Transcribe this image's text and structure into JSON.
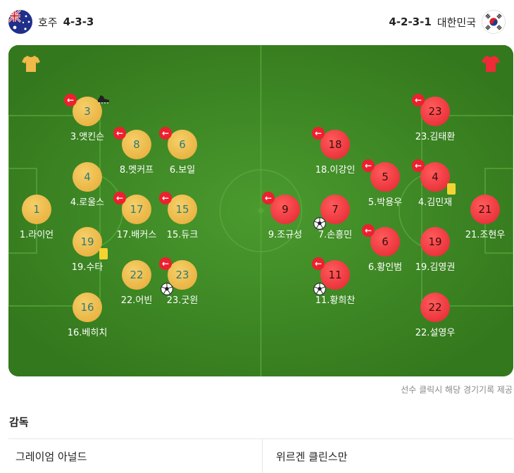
{
  "home": {
    "name": "호주",
    "formation": "4-3-3",
    "flag": "australia-flag",
    "color": "#f0b94a"
  },
  "away": {
    "name": "대한민국",
    "formation": "4-2-3-1",
    "flag": "korea-flag",
    "color": "#ee2b36"
  },
  "home_players": [
    {
      "num": "1",
      "label": "1.라이언",
      "sub": false,
      "card": false,
      "ball": false,
      "boot": false
    },
    {
      "num": "3",
      "label": "3.앳킨슨",
      "sub": true,
      "card": false,
      "ball": false,
      "boot": true
    },
    {
      "num": "4",
      "label": "4.로울스",
      "sub": false,
      "card": false,
      "ball": false,
      "boot": false
    },
    {
      "num": "19",
      "label": "19.수타",
      "sub": false,
      "card": true,
      "ball": false,
      "boot": false
    },
    {
      "num": "16",
      "label": "16.베히치",
      "sub": false,
      "card": false,
      "ball": false,
      "boot": false
    },
    {
      "num": "8",
      "label": "8.멧커프",
      "sub": true,
      "card": false,
      "ball": false,
      "boot": false
    },
    {
      "num": "17",
      "label": "17.배커스",
      "sub": true,
      "card": false,
      "ball": false,
      "boot": false
    },
    {
      "num": "22",
      "label": "22.어빈",
      "sub": false,
      "card": false,
      "ball": false,
      "boot": false
    },
    {
      "num": "6",
      "label": "6.보일",
      "sub": true,
      "card": false,
      "ball": false,
      "boot": false
    },
    {
      "num": "15",
      "label": "15.듀크",
      "sub": true,
      "card": false,
      "ball": false,
      "boot": false
    },
    {
      "num": "23",
      "label": "23.굿윈",
      "sub": true,
      "card": false,
      "ball": true,
      "boot": false
    }
  ],
  "away_players": [
    {
      "num": "9",
      "label": "9.조규성",
      "sub": true,
      "card": false,
      "ball": false,
      "boot": false
    },
    {
      "num": "18",
      "label": "18.이강인",
      "sub": true,
      "card": false,
      "ball": false,
      "boot": false
    },
    {
      "num": "7",
      "label": "7.손흥민",
      "sub": false,
      "card": false,
      "ball": true,
      "boot": false
    },
    {
      "num": "11",
      "label": "11.황희찬",
      "sub": true,
      "card": false,
      "ball": true,
      "boot": false
    },
    {
      "num": "5",
      "label": "5.박용우",
      "sub": true,
      "card": false,
      "ball": false,
      "boot": false
    },
    {
      "num": "6",
      "label": "6.황인범",
      "sub": true,
      "card": false,
      "ball": false,
      "boot": false
    },
    {
      "num": "23",
      "label": "23.김태환",
      "sub": true,
      "card": false,
      "ball": false,
      "boot": false
    },
    {
      "num": "4",
      "label": "4.김민재",
      "sub": true,
      "card": true,
      "ball": false,
      "boot": false
    },
    {
      "num": "19",
      "label": "19.김영권",
      "sub": false,
      "card": false,
      "ball": false,
      "boot": false
    },
    {
      "num": "22",
      "label": "22.설영우",
      "sub": false,
      "card": false,
      "ball": false,
      "boot": false
    },
    {
      "num": "21",
      "label": "21.조현우",
      "sub": false,
      "card": false,
      "ball": false,
      "boot": false
    }
  ],
  "note": "선수 클릭시 해당 경기기록 제공",
  "coach": {
    "title": "감독",
    "home": "그레이엄 아널드",
    "away": "위르겐 클린스만"
  },
  "colors": {
    "pitch": "#3f8a24",
    "home_disc": "#f0b94a",
    "away_disc": "#ee2b36",
    "sub_badge": "#ee1f2e",
    "yellow_card": "#f4d433"
  }
}
